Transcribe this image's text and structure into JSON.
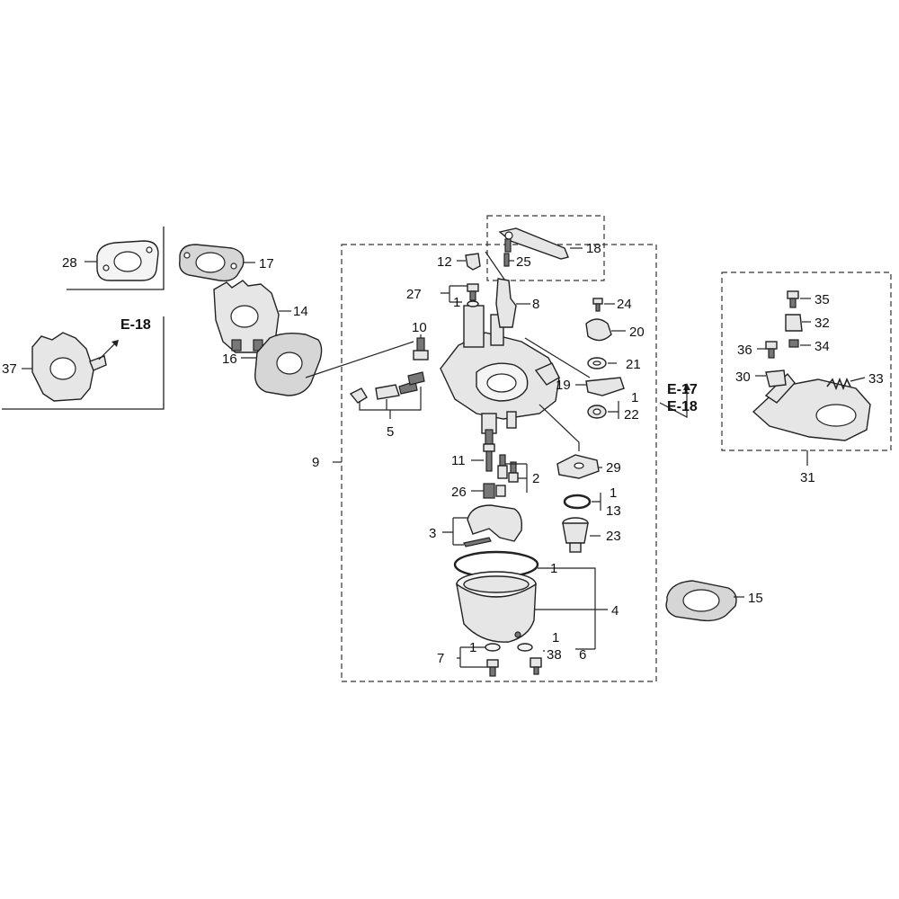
{
  "labels": {
    "l1a": "1",
    "l1b": "1",
    "l1c": "1",
    "l1d": "1",
    "l1e": "1",
    "l1f": "1",
    "l2": "2",
    "l3": "3",
    "l4": "4",
    "l5": "5",
    "l6": "6",
    "l7": "7",
    "l8": "8",
    "l9": "9",
    "l10": "10",
    "l11": "11",
    "l12": "12",
    "l13": "13",
    "l14": "14",
    "l15": "15",
    "l16": "16",
    "l17": "17",
    "l18": "18",
    "l19": "19",
    "l20": "20",
    "l21": "21",
    "l22": "22",
    "l23": "23",
    "l24": "24",
    "l25": "25",
    "l26": "26",
    "l27": "27",
    "l28": "28",
    "l29": "29",
    "l30": "30",
    "l31": "31",
    "l32": "32",
    "l33": "33",
    "l34": "34",
    "l35": "35",
    "l36": "36",
    "l37": "37",
    "l38": "38"
  },
  "refs": {
    "e18_left": "E-18",
    "e17_right": "E-17",
    "e18_right": "E-18"
  }
}
